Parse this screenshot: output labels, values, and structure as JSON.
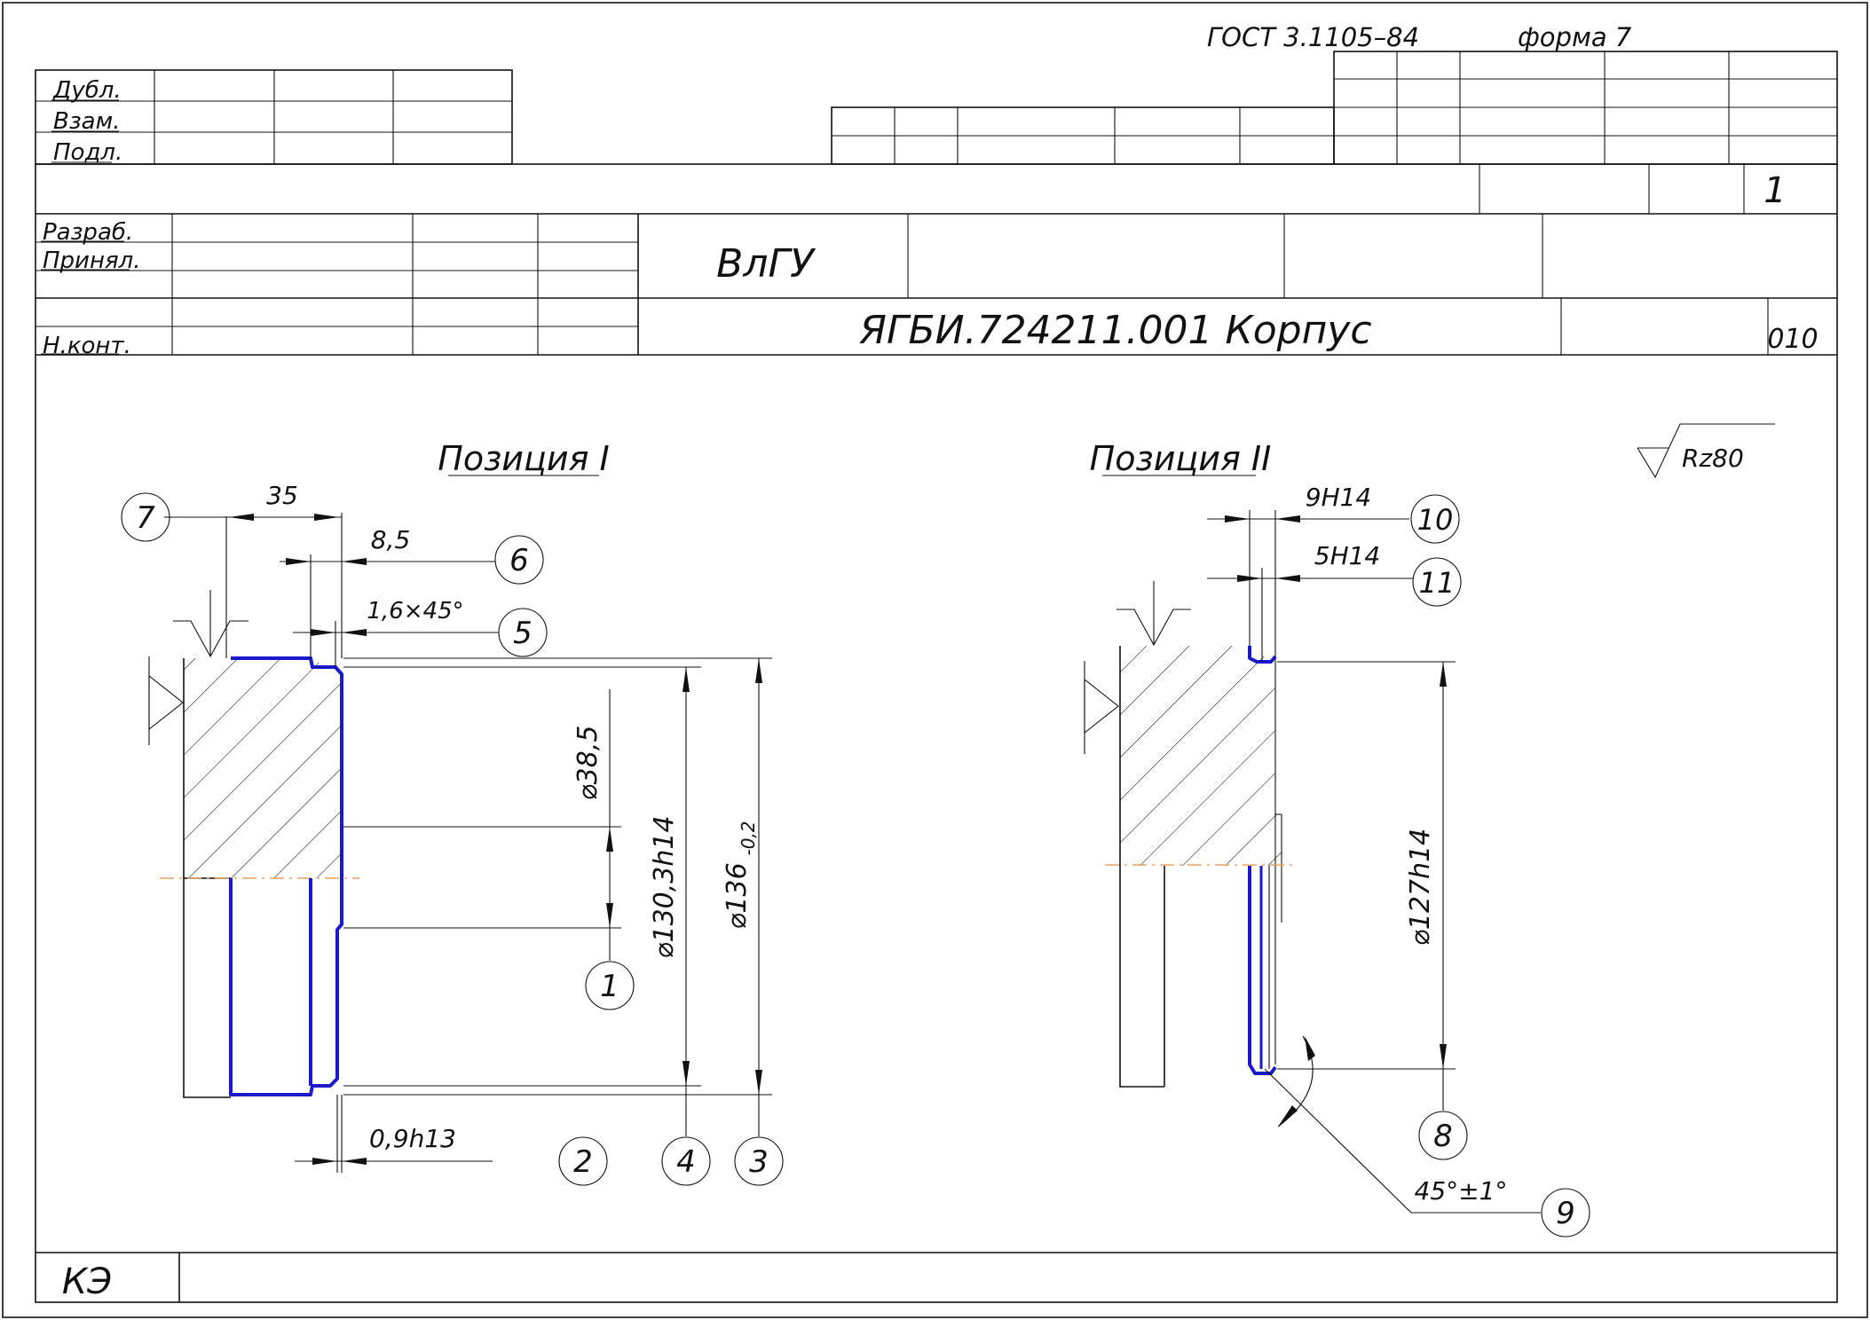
{
  "header": {
    "standard": "ГОСТ 3.1105–84",
    "form": "форма 7",
    "left_labels": [
      "Дубл.",
      "Взам.",
      "Подл."
    ],
    "sheet_number": "1"
  },
  "title_block": {
    "roles": [
      "Разраб.",
      "Принял.",
      "Н.конт."
    ],
    "organization": "ВлГУ",
    "document": "ЯГБИ.724211.001 Корпус",
    "operation": "010"
  },
  "drawing": {
    "roughness": "Rz80",
    "position_1": {
      "title": "Позиция I",
      "dimensions": {
        "len35": "35",
        "len8_5": "8,5",
        "chamfer": "1,6×45°",
        "dia38": "⌀38,5",
        "dia130": "⌀130,3h14",
        "dia136": "⌀136",
        "dia136_tol": "-0,2",
        "groove": "0,9h13"
      },
      "callouts": [
        "7",
        "6",
        "5",
        "1",
        "2",
        "4",
        "3"
      ]
    },
    "position_2": {
      "title": "Позиция II",
      "dimensions": {
        "d9h14": "9H14",
        "d5h14": "5H14",
        "dia127": "⌀127h14",
        "angle": "45°±1°"
      },
      "callouts": [
        "10",
        "11",
        "8",
        "9"
      ]
    }
  },
  "footer": {
    "label": "КЭ"
  }
}
